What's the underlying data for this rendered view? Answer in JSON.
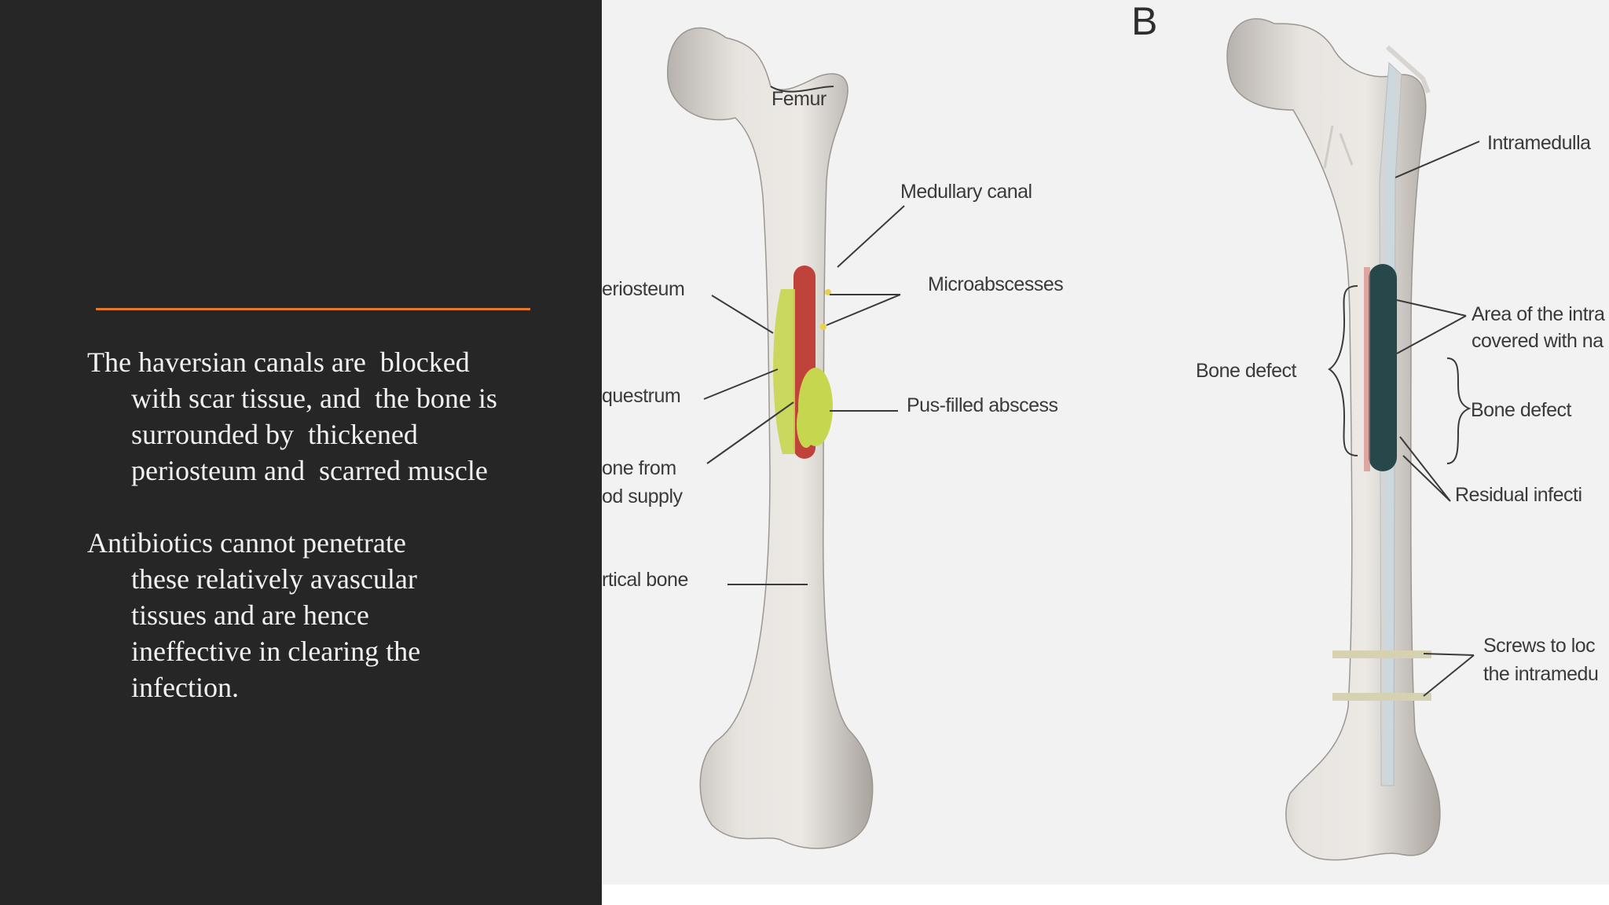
{
  "slide": {
    "paragraphs": [
      {
        "lines": [
          "The haversian canals are  blocked",
          "with scar tissue, and  the bone is",
          "surrounded by  thickened",
          "periosteum and  scarred muscle"
        ]
      },
      {
        "lines": [
          "Antibiotics cannot penetrate",
          "these relatively avascular",
          "tissues and are hence",
          "ineffective in clearing the",
          "infection."
        ]
      }
    ],
    "accent_color": "#e07a2b",
    "background_color": "#262626"
  },
  "figure": {
    "panel_b_letter": "B",
    "left_labels": {
      "femur": "Femur",
      "medullary_canal": "Medullary canal",
      "microabscesses": "Microabscesses",
      "pus_filled_abscess": "Pus-filled abscess",
      "periosteum": "eriosteum",
      "sequestrum": "questrum",
      "bone_from_line1": "one from",
      "bone_from_line2": "od supply",
      "cortical_bone": "rtical bone"
    },
    "right_labels": {
      "intramedullary": "Intramedulla",
      "area_line1": "Area of the intra",
      "area_line2": "covered with na",
      "bone_defect_left": "Bone defect",
      "bone_defect_right": "Bone defect",
      "residual_infection": "Residual infecti",
      "screws_line1": "Screws to loc",
      "screws_line2": "the intramedu"
    },
    "colors": {
      "infection_red": "#c0433b",
      "pus_green": "#c7d64f",
      "nail_dark": "#27474a"
    }
  }
}
